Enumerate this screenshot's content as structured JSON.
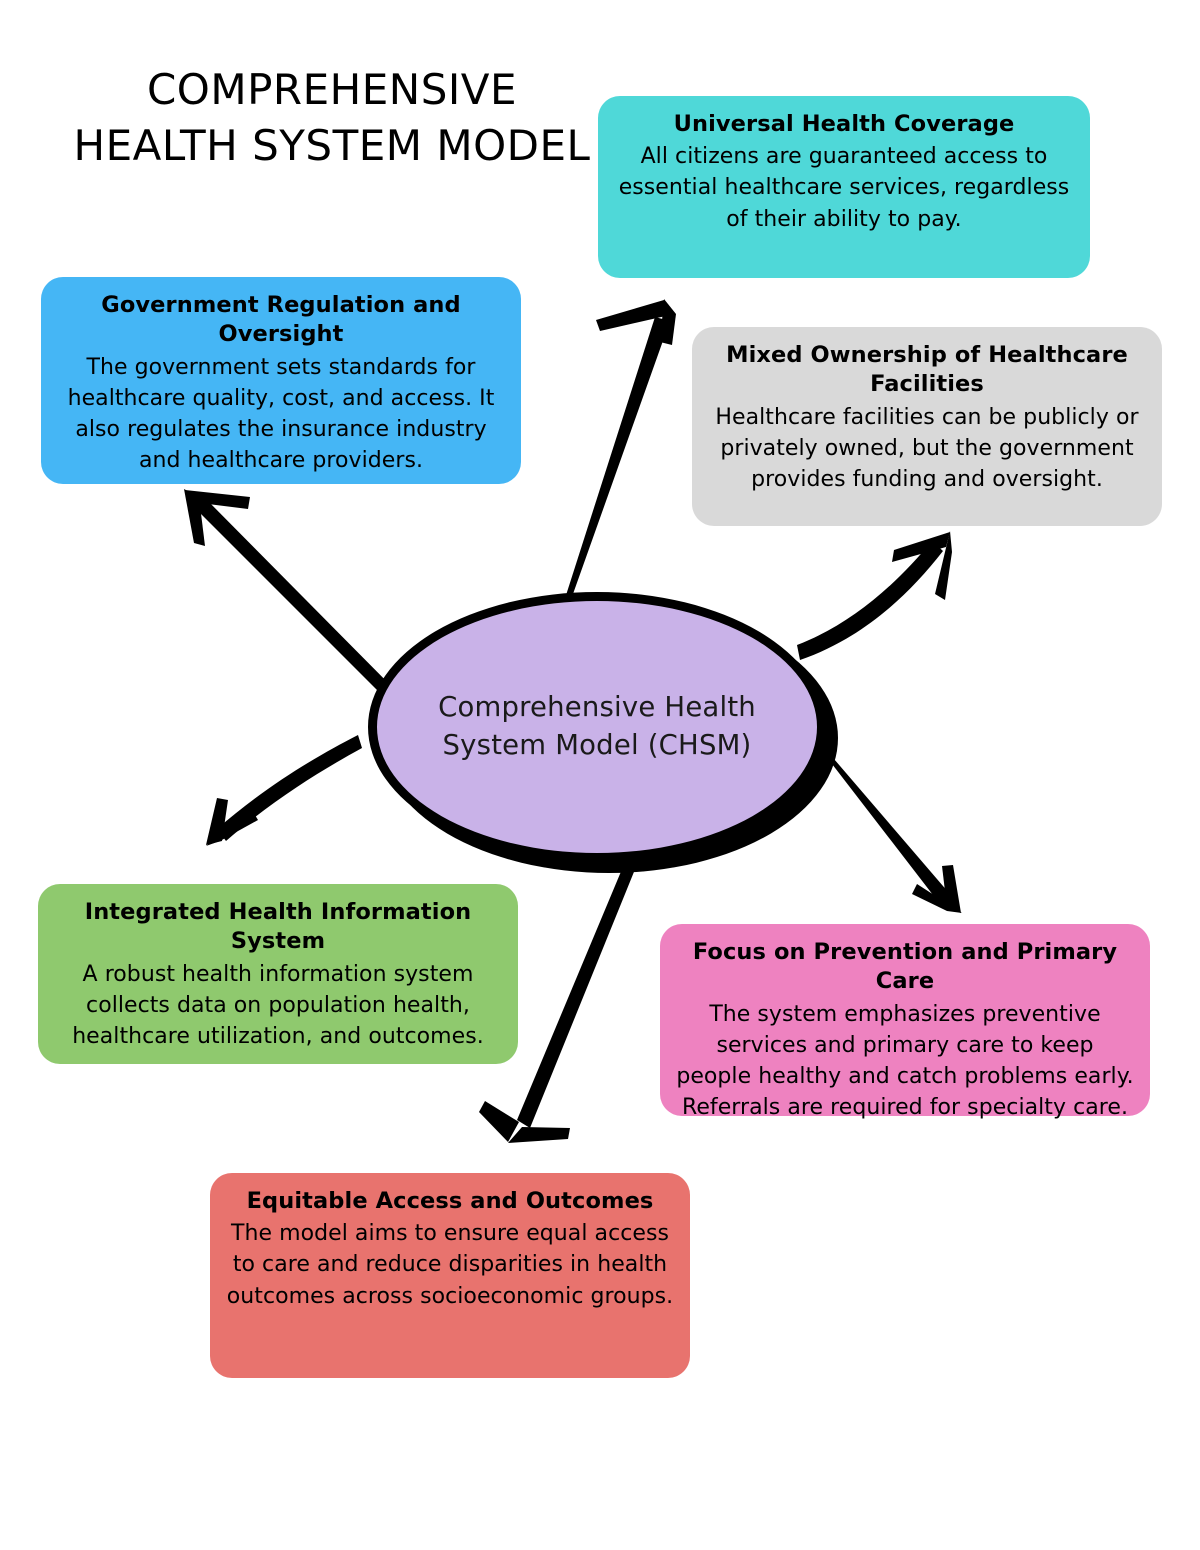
{
  "title": {
    "line1": "COMPREHENSIVE",
    "line2": "HEALTH SYSTEM MODEL"
  },
  "center": {
    "label": "Comprehensive Health System Model (CHSM)",
    "fill_color": "#c9b2e8",
    "border_color": "#000000",
    "shadow_color": "#000000"
  },
  "nodes": [
    {
      "id": "universal-health-coverage",
      "title": "Universal Health Coverage",
      "body": "All citizens are guaranteed access to essential healthcare services, regardless of their ability to pay.",
      "color": "#4fd8d8"
    },
    {
      "id": "government-regulation-and-oversight",
      "title": "Government Regulation and Oversight",
      "body": "The government sets standards for healthcare quality, cost, and access. It also regulates the insurance industry and healthcare providers.",
      "color": "#45b6f5"
    },
    {
      "id": "mixed-ownership-of-healthcare-facilities",
      "title": "Mixed Ownership of Healthcare Facilities",
      "body": "Healthcare facilities can be publicly or privately owned, but the government provides funding and oversight.",
      "color": "#d9d9d9"
    },
    {
      "id": "integrated-health-information-system",
      "title": "Integrated Health Information System",
      "body": "A robust health information system collects data on population health, healthcare utilization, and outcomes.",
      "color": "#8fc96e"
    },
    {
      "id": "focus-on-prevention-and-primary-care",
      "title": "Focus on Prevention and Primary Care",
      "body": "The system emphasizes preventive services and primary care to keep people healthy and catch problems early. Referrals are required for specialty care.",
      "color": "#ee82c0"
    },
    {
      "id": "equitable-access-and-outcomes",
      "title": "Equitable Access and Outcomes",
      "body": "The model aims to ensure equal access to care and reduce disparities in health outcomes across socioeconomic groups.",
      "color": "#e8736e"
    }
  ],
  "arrows": {
    "color": "#000000",
    "count": 6,
    "connections": [
      "center-to-universal-health-coverage",
      "center-to-government-regulation-and-oversight",
      "center-to-mixed-ownership-of-healthcare-facilities",
      "center-to-integrated-health-information-system",
      "center-to-focus-on-prevention-and-primary-care",
      "center-to-equitable-access-and-outcomes"
    ]
  }
}
